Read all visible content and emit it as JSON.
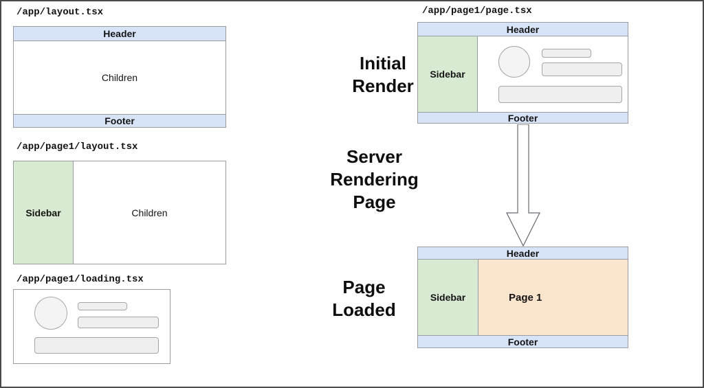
{
  "colors": {
    "blue": "#d7e4f8",
    "green": "#d9ead3",
    "orange": "#fce5cd",
    "line": "#999ca3",
    "skel-fill": "#efefef",
    "skel-line": "#a6a6a6",
    "ink": "#141414"
  },
  "diagrams": {
    "root_layout": {
      "path": "/app/layout.tsx",
      "header": "Header",
      "children": "Children",
      "footer": "Footer"
    },
    "page1_layout": {
      "path": "/app/page1/layout.tsx",
      "sidebar": "Sidebar",
      "children": "Children"
    },
    "page1_loading": {
      "path": "/app/page1/loading.tsx"
    },
    "page1_page": {
      "path": "/app/page1/page.tsx",
      "header": "Header",
      "sidebar": "Sidebar",
      "footer": "Footer"
    },
    "page_loaded_view": {
      "header": "Header",
      "sidebar": "Sidebar",
      "content": "Page 1",
      "footer": "Footer"
    }
  },
  "stage_labels": {
    "initial_render": "Initial Render",
    "server_rendering_page": "Server Rendering Page",
    "page_loaded": "Page Loaded"
  }
}
